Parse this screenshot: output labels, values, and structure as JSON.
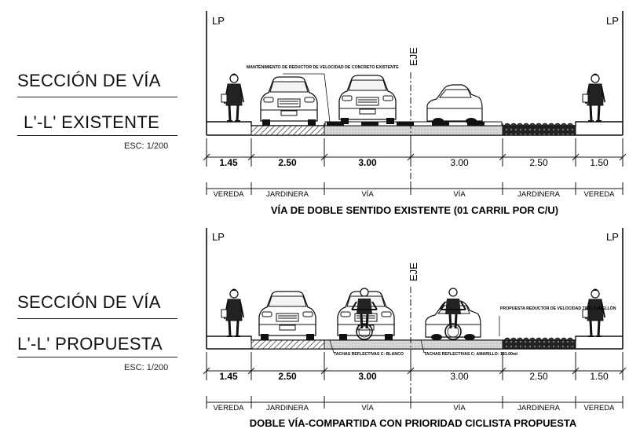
{
  "sections": [
    {
      "title_line1": "SECCIÓN DE VÍA",
      "title_line2": "L'-L' EXISTENTE",
      "scale": "ESC: 1/200",
      "lp_left": "LP",
      "lp_right": "LP",
      "axis_label": "EJE",
      "dimensions": [
        "1.45",
        "2.50",
        "3.00",
        "3.00",
        "2.50",
        "1.50"
      ],
      "zones": [
        "VEREDA",
        "JARDINERA",
        "VÍA",
        "VÍA",
        "JARDINERA",
        "VEREDA"
      ],
      "callouts": [
        "MANTENIMIENTO DE REDUCTOR DE VELOCIDAD DE CONCRETO EXISTENTE"
      ],
      "caption": "VÍA DE DOBLE SENTIDO EXISTENTE (01 CARRIL POR C/U)"
    },
    {
      "title_line1": "SECCIÓN DE VÍA",
      "title_line2": "L'-L' PROPUESTA",
      "scale": "ESC: 1/200",
      "lp_left": "LP",
      "lp_right": "LP",
      "axis_label": "EJE",
      "dimensions": [
        "1.45",
        "2.50",
        "3.00",
        "3.00",
        "2.50",
        "1.50"
      ],
      "zones": [
        "VEREDA",
        "JARDINERA",
        "VÍA",
        "VÍA",
        "JARDINERA",
        "VEREDA"
      ],
      "callouts": [
        "PROPUESTA REDUCTOR DE VELOCIDAD TIPO CAMELLÓN",
        "TACHAS REFLECTIVAS C: BLANCO",
        "TACHAS REFLECTIVAS C: AMARILLO: 181.00ml"
      ],
      "caption": "DOBLE VÍA-COMPARTIDA CON PRIORIDAD CICLISTA PROPUESTA"
    }
  ],
  "colors": {
    "ink": "#111111",
    "hatch": "#555555",
    "vegetation": "#1a1a1a"
  },
  "icons": [
    "pedestrian-icon",
    "car-front-icon",
    "car-rear-icon",
    "cyclist-icon"
  ]
}
